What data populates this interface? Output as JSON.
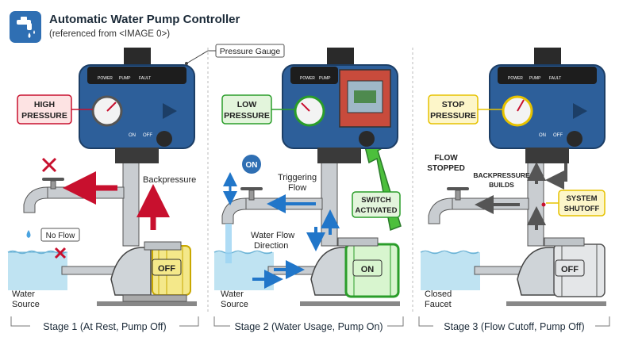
{
  "header": {
    "title": "Automatic Water Pump Controller",
    "subtitle": "(referenced from <IMAGE 0>)"
  },
  "callouts": {
    "pressure_gauge": "Pressure Gauge"
  },
  "stage1": {
    "caption": "Stage 1 (At Rest, Pump Off)",
    "pressure_line1": "HIGH",
    "pressure_line2": "PRESSURE",
    "backpressure": "Backpressure",
    "no_flow": "No Flow",
    "water_source_1": "Water",
    "water_source_2": "Source",
    "motor": "OFF"
  },
  "stage2": {
    "caption": "Stage 2 (Water Usage, Pump On)",
    "pressure_line1": "LOW",
    "pressure_line2": "PRESSURE",
    "on_badge": "ON",
    "triggering_1": "Triggering",
    "triggering_2": "Flow",
    "switch_1": "SWITCH",
    "switch_2": "ACTIVATED",
    "water_flow_1": "Water Flow",
    "water_flow_2": "Direction",
    "water_source_1": "Water",
    "water_source_2": "Source",
    "motor": "ON"
  },
  "stage3": {
    "caption": "Stage 3 (Flow Cutoff, Pump Off)",
    "pressure_line1": "STOP",
    "pressure_line2": "PRESSURE",
    "flow_stopped_1": "FLOW",
    "flow_stopped_2": "STOPPED",
    "backpressure_1": "BACKPRESSURE",
    "backpressure_2": "BUILDS",
    "shutoff_1": "SYSTEM",
    "shutoff_2": "SHUTOFF",
    "closed_1": "Closed",
    "closed_2": "Faucet",
    "motor": "OFF"
  },
  "controller": {
    "buttons": [
      "POWER",
      "PUMP",
      "FAULT"
    ],
    "labels": [
      "ON",
      "OFF"
    ]
  },
  "colors": {
    "controller_blue": "#2d5f9a",
    "alert_red": "#c8102e",
    "flow_blue": "#2176c9",
    "active_green": "#2a9d2a",
    "stop_yellow": "#e6c200",
    "pipe_grey": "#c9cdd1"
  }
}
